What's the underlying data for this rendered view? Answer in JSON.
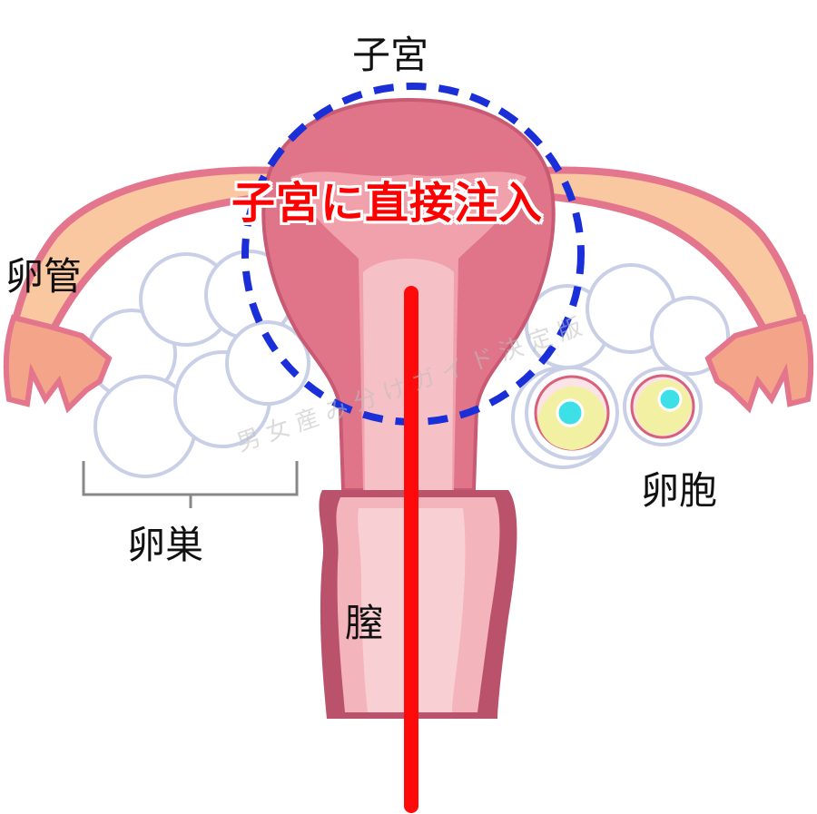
{
  "labels": {
    "uterus": "子宮",
    "fallopian_tube": "卵管",
    "ovary": "卵巣",
    "follicle": "卵胞",
    "vagina": "膣",
    "injection": "子宮に直接注入"
  },
  "watermark": "男女産み分けガイド決定版",
  "colors": {
    "uterus": "#e07488",
    "uterus_dark": "#b9526a",
    "uterus_inner": "#f3a9b3",
    "tube_outer": "#e3758c",
    "tube_inner": "#f9c7a0",
    "ovary": "#ffffff",
    "ovary_outline": "#c9cfe6",
    "follicle_yolk": "#f2f0a3",
    "follicle_nucleus": "#3ee0e8",
    "highlight_circle": "#1a2fd8",
    "injection_line": "#ff0a0a"
  }
}
